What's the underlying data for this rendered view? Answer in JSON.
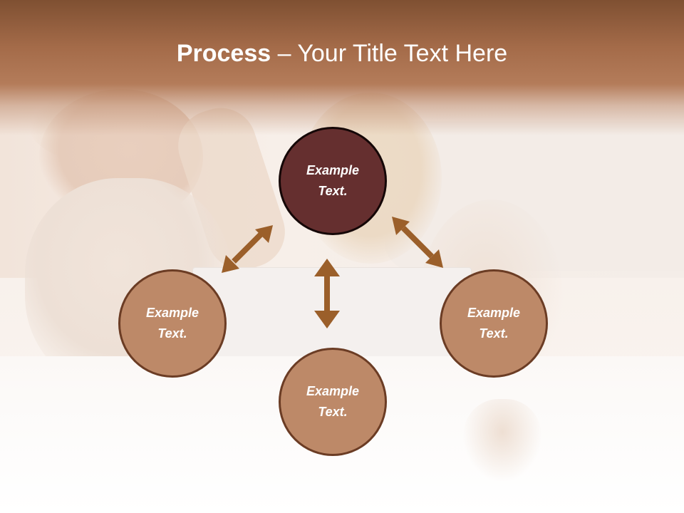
{
  "slide": {
    "title_bold": "Process",
    "title_rest": " – Your Title Text Here"
  },
  "diagram": {
    "center_node": {
      "text": "Example\nText."
    },
    "left_node": {
      "text": "Example\nText."
    },
    "bottom_node": {
      "text": "Example\nText."
    },
    "right_node": {
      "text": "Example\nText."
    }
  },
  "colors": {
    "header": "#a46b49",
    "center_fill": "#652f2f",
    "outer_fill": "#bd8968",
    "arrow": "#9b5f2a"
  }
}
